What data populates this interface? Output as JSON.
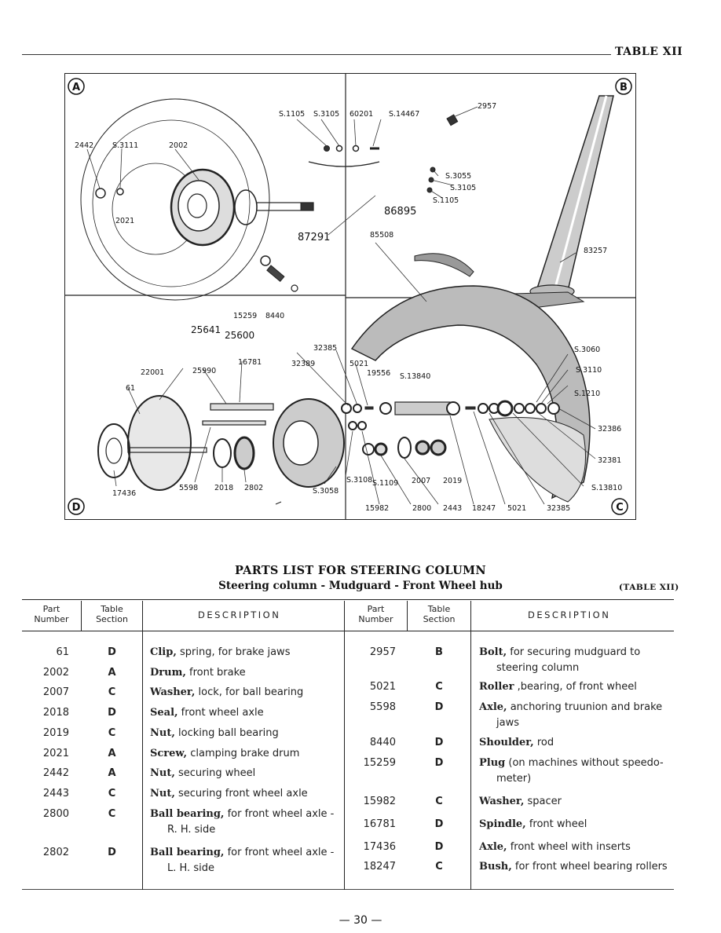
{
  "header": {
    "table_label": "TABLE XII"
  },
  "figure": {
    "corners": [
      "A",
      "B",
      "D",
      "C"
    ],
    "callouts": [
      "S.1105",
      "S.3105",
      "60201",
      "S.14467",
      "2957",
      "2442",
      "S.3111",
      "2002",
      "2021",
      "S.3055",
      "S.3105",
      "S.1105",
      "86895",
      "87291",
      "85508",
      "83257",
      "15259",
      "8440",
      "25641",
      "25600",
      "32385",
      "5021",
      "19556",
      "S.13840",
      "S.3060",
      "S.3110",
      "S.1210",
      "32389",
      "16781",
      "22001",
      "25990",
      "61",
      "32386",
      "32381",
      "S.13810",
      "S.3108",
      "S.1109",
      "2007",
      "2019",
      "S.3058",
      "5598",
      "2018",
      "2802",
      "17436",
      "15982",
      "2800",
      "2443",
      "18247",
      "5021",
      "32385"
    ]
  },
  "parts_list": {
    "title": "PARTS LIST FOR STEERING COLUMN",
    "subtitle": "Steering column - Mudguard - Front Wheel hub",
    "table_ref": "(TABLE XII)",
    "headers": {
      "part_number": [
        "Part",
        "Number"
      ],
      "table_section": [
        "Table",
        "Section"
      ],
      "description": "DESCRIPTION"
    },
    "left_rows": [
      {
        "part": "61",
        "section": "D",
        "name": "Clip,",
        "rest": " spring, for brake jaws"
      },
      {
        "part": "2002",
        "section": "A",
        "name": "Drum,",
        "rest": " front brake"
      },
      {
        "part": "2007",
        "section": "C",
        "name": "Washer,",
        "rest": " lock, for ball bearing"
      },
      {
        "part": "2018",
        "section": "D",
        "name": "Seal,",
        "rest": " front wheel axle"
      },
      {
        "part": "2019",
        "section": "C",
        "name": "Nut,",
        "rest": " locking ball bearing"
      },
      {
        "part": "2021",
        "section": "A",
        "name": "Screw,",
        "rest": " clamping brake drum"
      },
      {
        "part": "2442",
        "section": "A",
        "name": "Nut,",
        "rest": " securing wheel"
      },
      {
        "part": "2443",
        "section": "C",
        "name": "Nut,",
        "rest": " securing front wheel axle"
      },
      {
        "part": "2800",
        "section": "C",
        "name": "Ball bearing,",
        "rest": " for front wheel axle -",
        "cont": "R. H. side"
      },
      {
        "part": "2802",
        "section": "D",
        "name": "Ball bearing,",
        "rest": " for front wheel axle -",
        "cont": "L. H. side"
      }
    ],
    "right_rows": [
      {
        "part": "2957",
        "section": "B",
        "name": "Bolt,",
        "rest": "  for  securing  mudguard  to",
        "cont": "steering column"
      },
      {
        "part": "5021",
        "section": "C",
        "name": "Roller",
        "rest": " ,bearing, of front wheel"
      },
      {
        "part": "5598",
        "section": "D",
        "name": "Axle,",
        "rest": " anchoring truunion and brake",
        "cont": "jaws"
      },
      {
        "part": "8440",
        "section": "D",
        "name": "Shoulder,",
        "rest": " rod"
      },
      {
        "part": "15259",
        "section": "D",
        "name": "Plug",
        "rest": " (on machines without speedo-",
        "cont": "meter)"
      },
      {
        "part": "15982",
        "section": "C",
        "name": "Washer,",
        "rest": " spacer"
      },
      {
        "part": "16781",
        "section": "D",
        "name": "Spindle,",
        "rest": " front wheel"
      },
      {
        "part": "17436",
        "section": "D",
        "name": "Axle,",
        "rest": " front wheel with inserts"
      },
      {
        "part": "18247",
        "section": "C",
        "name": "Bush,",
        "rest": " for front wheel bearing rollers"
      }
    ]
  },
  "footer": {
    "page_number": "— 30 —"
  }
}
